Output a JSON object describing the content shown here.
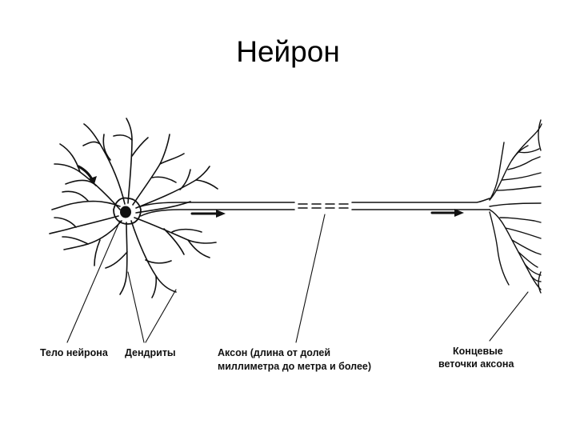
{
  "title": "Нейрон",
  "colors": {
    "ink": "#111111",
    "background": "#ffffff"
  },
  "labels": {
    "cell_body": "Тело нейрона",
    "dendrites": "Дендриты",
    "axon_line1": "Аксон (длина от долей",
    "axon_line2": "миллиметра до метра и более)",
    "terminals_line1": "Концевые",
    "terminals_line2": "веточки аксона"
  }
}
